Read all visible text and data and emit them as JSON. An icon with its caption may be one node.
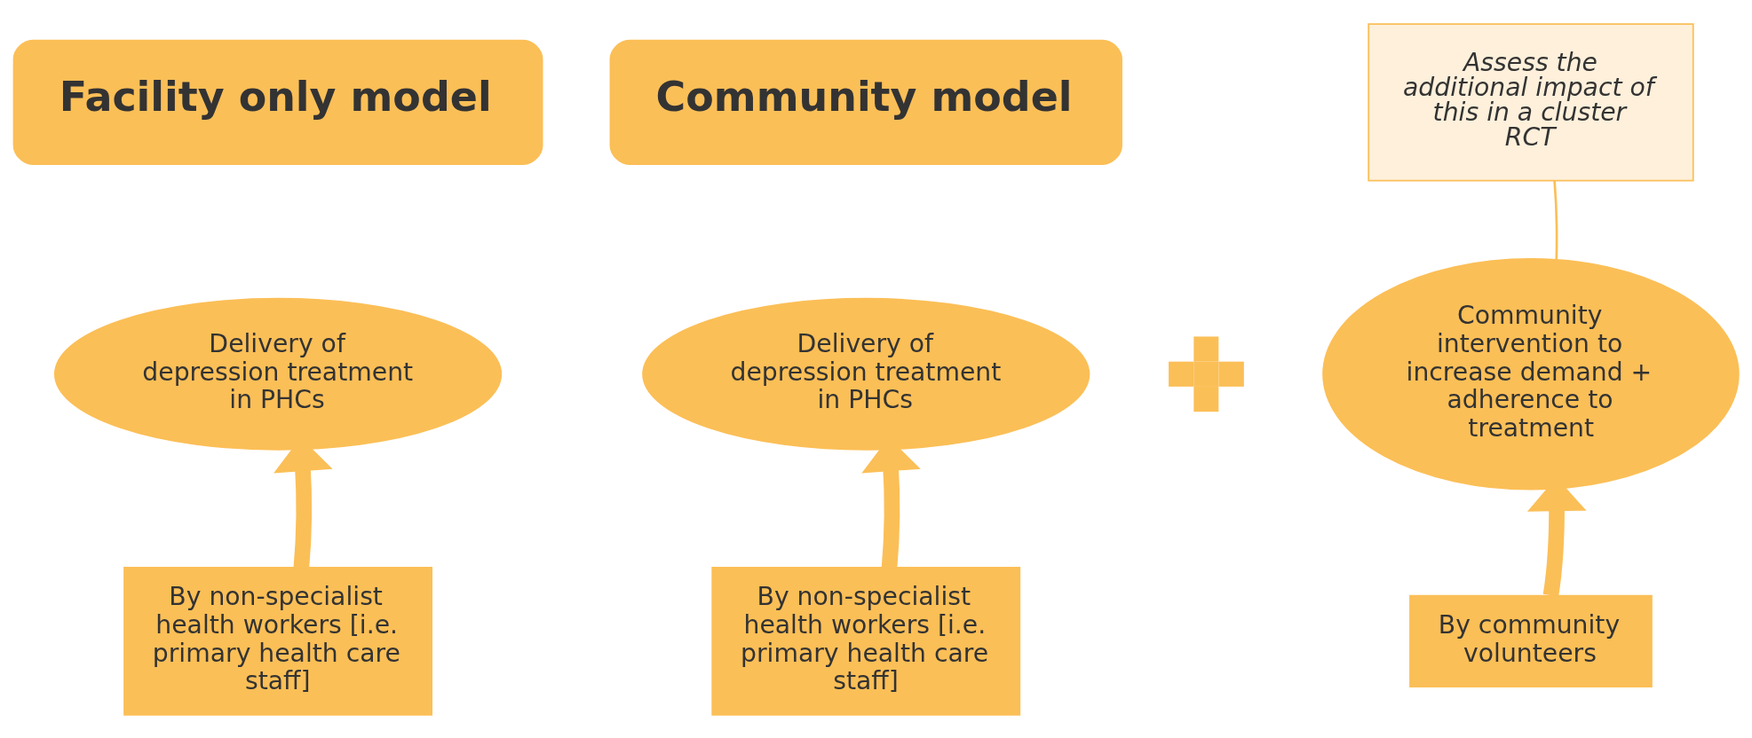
{
  "diagram": {
    "nodes": [
      {
        "text": [
          "Facility only model"
        ]
      },
      {
        "text": [
          "Delivery of depression treatment in PHCs"
        ]
      },
      {
        "text": [
          "By non-specialist health workers [i.e. primary health care staff]"
        ]
      },
      {
        "text": [
          "Community model"
        ]
      },
      {
        "text": [
          "Delivery of depression treatment in PHCs"
        ]
      },
      {
        "text": [
          "By non-specialist health workers [i.e. primary health care staff]"
        ]
      },
      {
        "text": [],
        "shape": "cross"
      },
      {
        "text": [
          "Community intervention to increase demand + adherence to treatment"
        ]
      },
      {
        "text": [
          "By community volunteers"
        ]
      },
      {
        "text": [
          "Assess the additional impact of this in a cluster RCT"
        ]
      }
    ],
    "edges": [
      {
        "from": 2,
        "to": 1,
        "arrow": "to"
      },
      {
        "from": 5,
        "to": 4,
        "arrow": "to"
      },
      {
        "from": 8,
        "to": 7,
        "arrow": "to"
      },
      {
        "from": 9,
        "to": 7,
        "arrow": "none"
      }
    ]
  }
}
